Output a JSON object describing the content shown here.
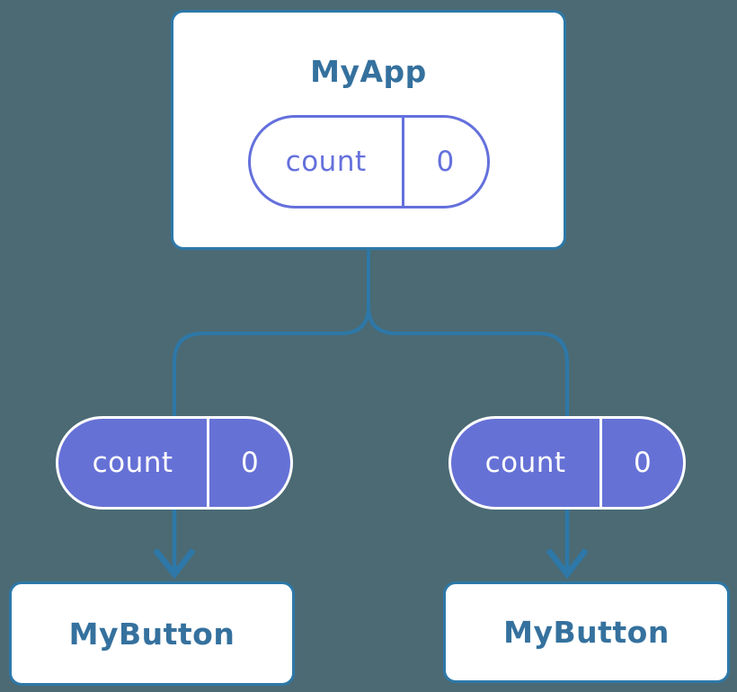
{
  "canvas": {
    "colors": {
      "background": "#4b6a74",
      "accent_blue": "#2d78a8",
      "text_blue": "#35719e",
      "accent_purple": "#6470dc",
      "purple_fill": "#6671d6"
    }
  },
  "root_node": {
    "title": "MyApp",
    "state": {
      "label": "count",
      "value": "0"
    }
  },
  "prop_pills": [
    {
      "label": "count",
      "value": "0"
    },
    {
      "label": "count",
      "value": "0"
    }
  ],
  "child_nodes": [
    {
      "title": "MyButton"
    },
    {
      "title": "MyButton"
    }
  ]
}
